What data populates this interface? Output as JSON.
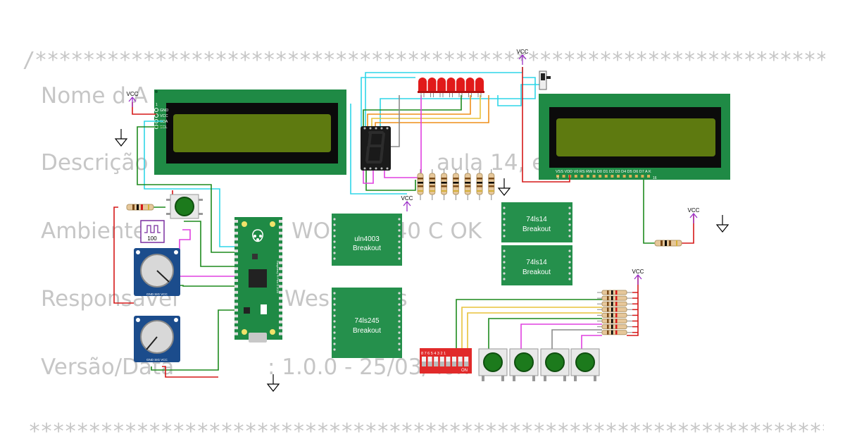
{
  "header_comment": {
    "top_line": "/*********************************************************************************",
    "bottom_line": "*********************************************************************************"
  },
  "background_text": {
    "nome": "Nome d  A",
    "descricao_left": "Descrição",
    "descricao_right": "aula 14, exer",
    "ambiente_left": "Ambiente",
    "ambiente_right": "WO    RP2040 C    OK",
    "responsavel_left": "Responsavel",
    "responsavel_right": "Wesl      Torres",
    "versao_left": "Versão/Data",
    "versao_right": ": 1.0.0 - 25/03/          ion"
  },
  "labels": {
    "vcc": "VCC",
    "uln_name": "uln4003",
    "breakout": "Breakout",
    "ls14_name": "74ls14",
    "ls245_name": "74ls245",
    "clock_value": "100",
    "dip_on": "ON",
    "dip_numbers": "8 7 6 5 4 3 2 1",
    "lcd_left_pins": [
      "GND",
      "VCC",
      "SDA",
      "SCL"
    ],
    "lcd_right_pins": "VSS VDD V0 RS RW E  D0 D1 D2 D3 D4 D5 D6 D7 A  K",
    "lcd_right_pin_first": "1",
    "lcd_right_pin_last": "16",
    "pot_pins": "GND SIG VCC",
    "pico_brand": "Raspberry Pi Pico © 2020"
  },
  "colors": {
    "board_green": "#1f8a45",
    "chip_green": "#25904c",
    "lcd_screen": "#5e7a10",
    "lcd_frame": "#0b0b0b",
    "led_red": "#e11a1a",
    "wire_cyan": "#2fd6e8",
    "wire_green": "#1d8a1d",
    "wire_yellow": "#e8c23a",
    "wire_orange": "#ef8f1a",
    "wire_magenta": "#e040e0",
    "wire_gray": "#8a8a8a",
    "wire_red": "#d51818",
    "vcc_purple": "#9b30c8",
    "dip_red": "#e12a2a",
    "pot_blue": "#1b4c8c"
  }
}
